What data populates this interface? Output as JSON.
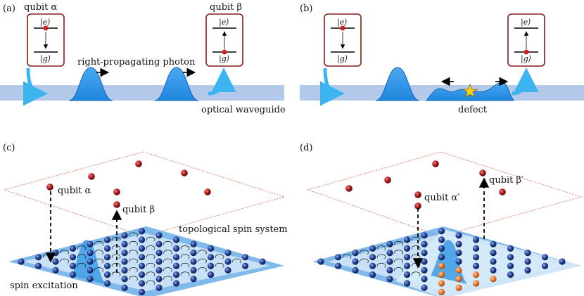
{
  "panels": {
    "a": {
      "tag": "(a)",
      "qubit_left": "qubit α",
      "qubit_right": "qubit β",
      "photon_label": "right-propagating photon",
      "waveguide_label": "optical waveguide"
    },
    "b": {
      "tag": "(b)",
      "defect_label": "defect"
    },
    "c": {
      "tag": "(c)",
      "qubit_alpha": "qubit α",
      "qubit_beta": "qubit β",
      "system_label": "topological spin system",
      "excitation_label": "spin excitation"
    },
    "d": {
      "tag": "(d)",
      "qubit_alpha": "qubit α′",
      "qubit_beta": "qubit β′"
    }
  },
  "kets": {
    "excited": "|e⟩",
    "ground": "|g⟩"
  },
  "colors": {
    "waveguide": "#b3c9ea",
    "photon": "#2a8fe0",
    "photon_edge": "#1760b8",
    "qubit_box": "#8b1a1a",
    "qubit_dot": "#cc2222",
    "red_sphere": "#a01818",
    "blue_sphere": "#1f3d8c",
    "orange_sphere": "#f07a2a",
    "lattice_dark": "#6aaee6",
    "lattice_light": "#cfe6f7",
    "defect_star": "#f5d020"
  }
}
